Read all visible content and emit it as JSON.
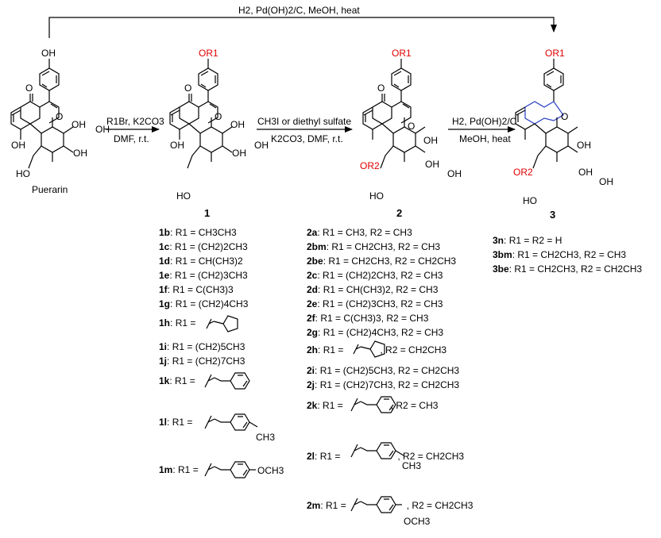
{
  "reagents": {
    "top": "H2, Pd(OH)2/C, MeOH, heat",
    "step1_line1": "R1Br, K2CO3",
    "step1_line2": "DMF, r.t.",
    "step2_line1": "CH3I or diethyl sulfate",
    "step2_line2": "K2CO3, DMF, r.t.",
    "step3_line1": "H2, Pd(OH)2/C",
    "step3_line2": "MeOH, heat"
  },
  "compounds": {
    "puerarin": "Puerarin",
    "c1": "1",
    "c2": "2",
    "c3": "3"
  },
  "atoms": {
    "oh": "OH",
    "ho": "HO",
    "o": "O",
    "or1": "OR1",
    "or2": "OR2",
    "ch3": "CH3",
    "och3": "OCH3"
  },
  "series1": [
    {
      "id": "1b",
      "r": "R1 = CH3CH3"
    },
    {
      "id": "1c",
      "r": "R1 = (CH2)2CH3"
    },
    {
      "id": "1d",
      "r": "R1 = CH(CH3)2"
    },
    {
      "id": "1e",
      "r": "R1 = (CH2)3CH3"
    },
    {
      "id": "1f",
      "r": "R1 = C(CH3)3"
    },
    {
      "id": "1g",
      "r": "R1 = (CH2)4CH3"
    },
    {
      "id": "1h",
      "r": "R1 ="
    },
    {
      "id": "1i",
      "r": "R1 = (CH2)5CH3"
    },
    {
      "id": "1j",
      "r": "R1 = (CH2)7CH3"
    },
    {
      "id": "1k",
      "r": "R1 ="
    },
    {
      "id": "1l",
      "r": "R1 ="
    },
    {
      "id": "1m",
      "r": "R1 ="
    }
  ],
  "series2": [
    {
      "id": "2a",
      "r": "R1 = CH3, R2 = CH3"
    },
    {
      "id": "2bm",
      "r": "R1 = CH2CH3, R2 = CH3"
    },
    {
      "id": "2be",
      "r": "R1 = CH2CH3, R2 = CH2CH3"
    },
    {
      "id": "2c",
      "r": "R1 = (CH2)2CH3, R2 = CH3"
    },
    {
      "id": "2d",
      "r": "R1 = CH(CH3)2, R2 = CH3"
    },
    {
      "id": "2e",
      "r": "R1 = (CH2)3CH3, R2 = CH3"
    },
    {
      "id": "2f",
      "r": "R1 = C(CH3)3, R2 = CH3"
    },
    {
      "id": "2g",
      "r": "R1 = (CH2)4CH3, R2 = CH3"
    },
    {
      "id": "2h",
      "r": "R1 =",
      "r2": ", R2 = CH2CH3"
    },
    {
      "id": "2i",
      "r": "R1 = (CH2)5CH3, R2 = CH2CH3"
    },
    {
      "id": "2j",
      "r": "R1 = (CH2)7CH3, R2 = CH2CH3"
    },
    {
      "id": "2k",
      "r": "R1 =",
      "r2": ", R2 = CH3"
    },
    {
      "id": "2l",
      "r": "R1 =",
      "r2": ", R2 = CH2CH3"
    },
    {
      "id": "2m",
      "r": "R1 =",
      "r2": ", R2 = CH2CH3"
    }
  ],
  "series3": [
    {
      "id": "3n",
      "r": "R1 = R2 = H"
    },
    {
      "id": "3bm",
      "r": "R1 = CH2CH3, R2 = CH3"
    },
    {
      "id": "3be",
      "r": "R1 = CH2CH3, R2 = CH2CH3"
    }
  ]
}
